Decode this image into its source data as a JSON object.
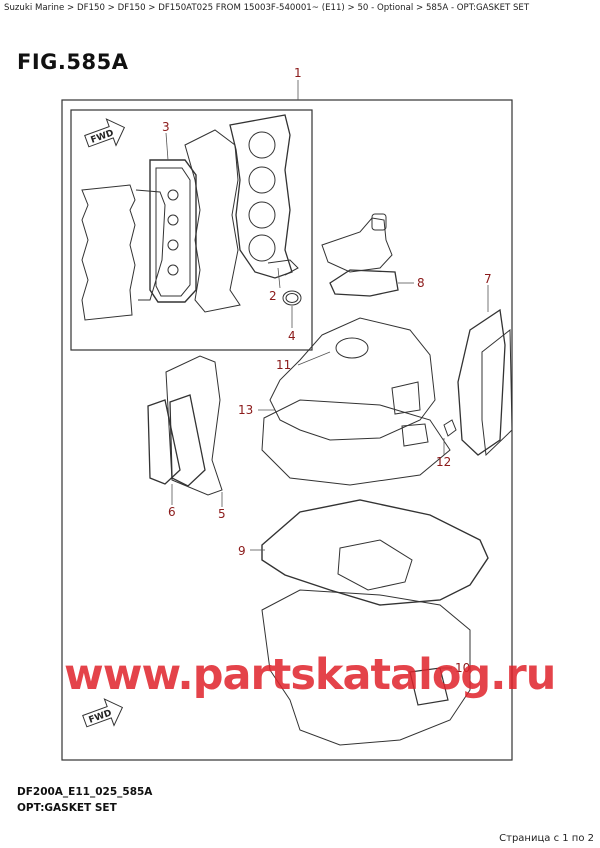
{
  "breadcrumb": "Suzuki Marine > DF150 > DF150 > DF150AT025 FROM 15003F-540001~ (E11) > 50 - Optional > 585A - OPT:GASKET SET",
  "figure_title": "FIG.585A",
  "callouts": {
    "c1": "1",
    "c2": "2",
    "c3": "3",
    "c4": "4",
    "c5": "5",
    "c6": "6",
    "c7": "7",
    "c8": "8",
    "c9": "9",
    "c10": "10",
    "c11": "11",
    "c12": "12",
    "c13": "13"
  },
  "fwd_badge": "FWD",
  "watermark": "www.partskatalog.ru",
  "drawing_code": "DF200A_E11_025_585A",
  "subtitle": "OPT:GASKET SET",
  "pager": "Страница с 1 по 2"
}
